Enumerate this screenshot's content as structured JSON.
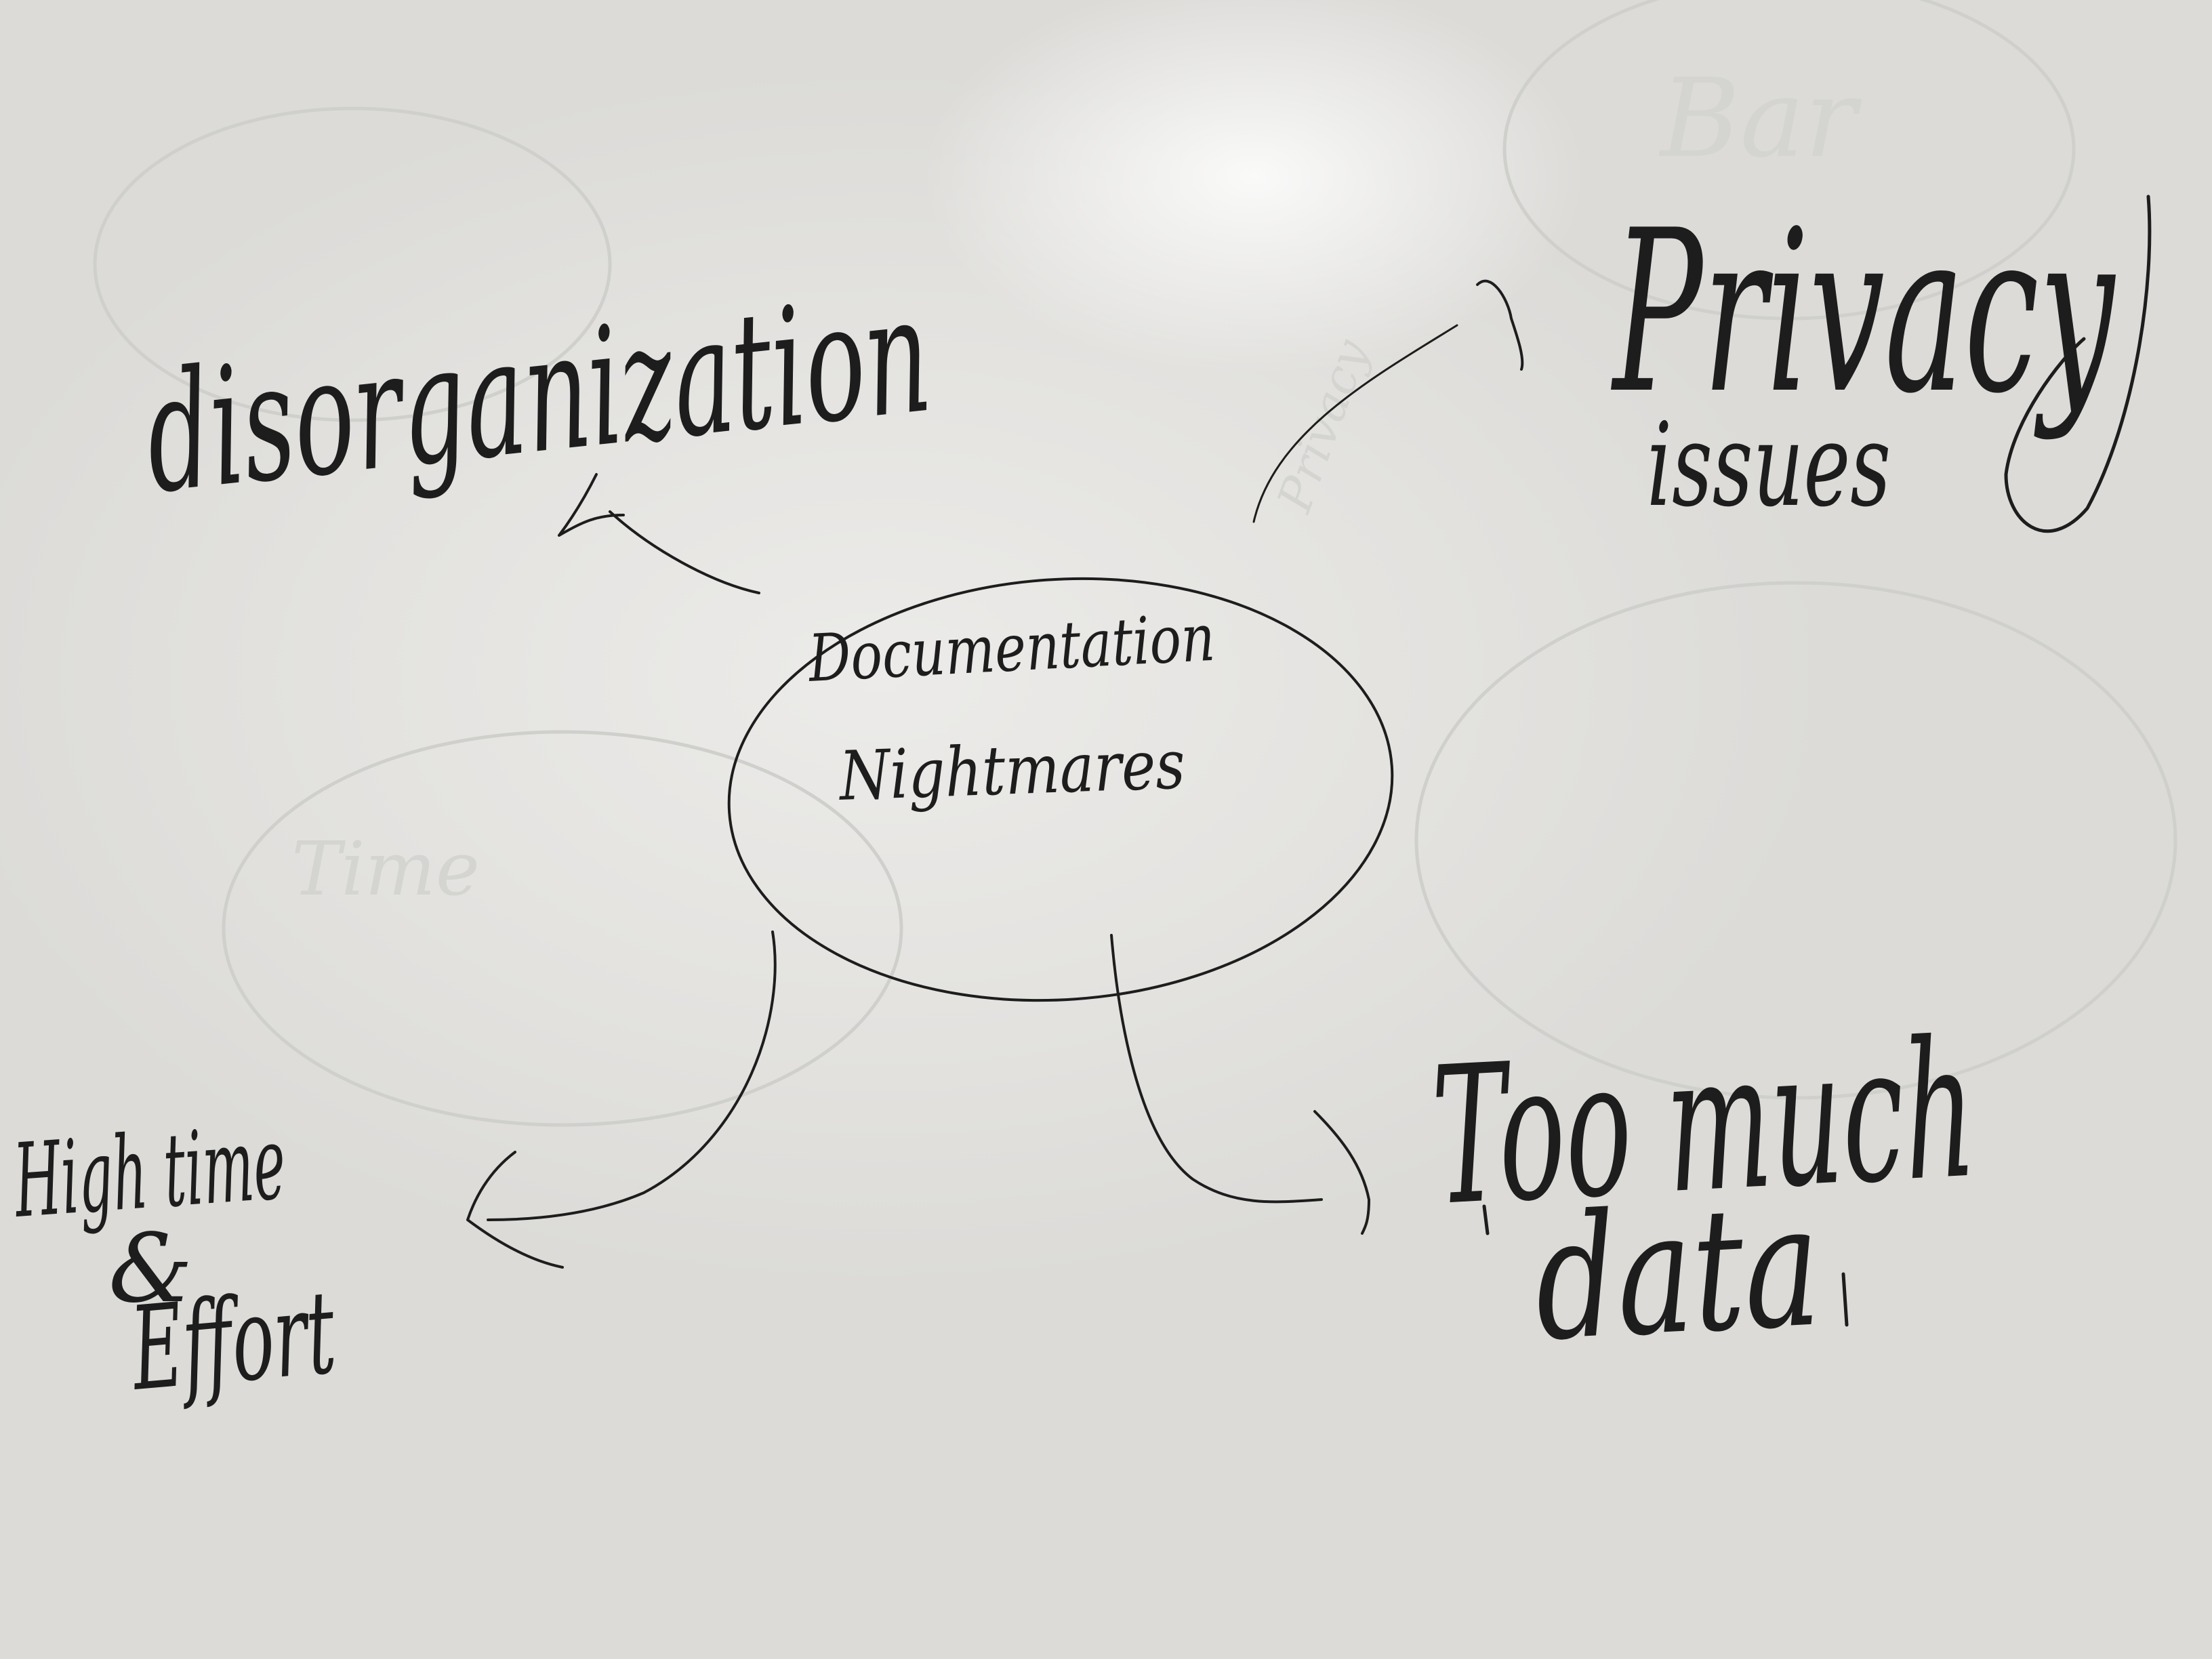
{
  "center_topic": {
    "line1": "Documentation",
    "line2": "Nightmares"
  },
  "branches": {
    "disorganization": "disorganization",
    "privacy_line1": "Privacy",
    "privacy_line2": "issues",
    "high_time_line1": "High time",
    "high_time_line2": "&",
    "high_time_line3": "Effort",
    "too_much_line1": "Too much",
    "too_much_line2": "data"
  },
  "colors": {
    "ink": "#1d1d1d",
    "board": "#e4e4e2",
    "ghost": "#cfcfcc"
  }
}
